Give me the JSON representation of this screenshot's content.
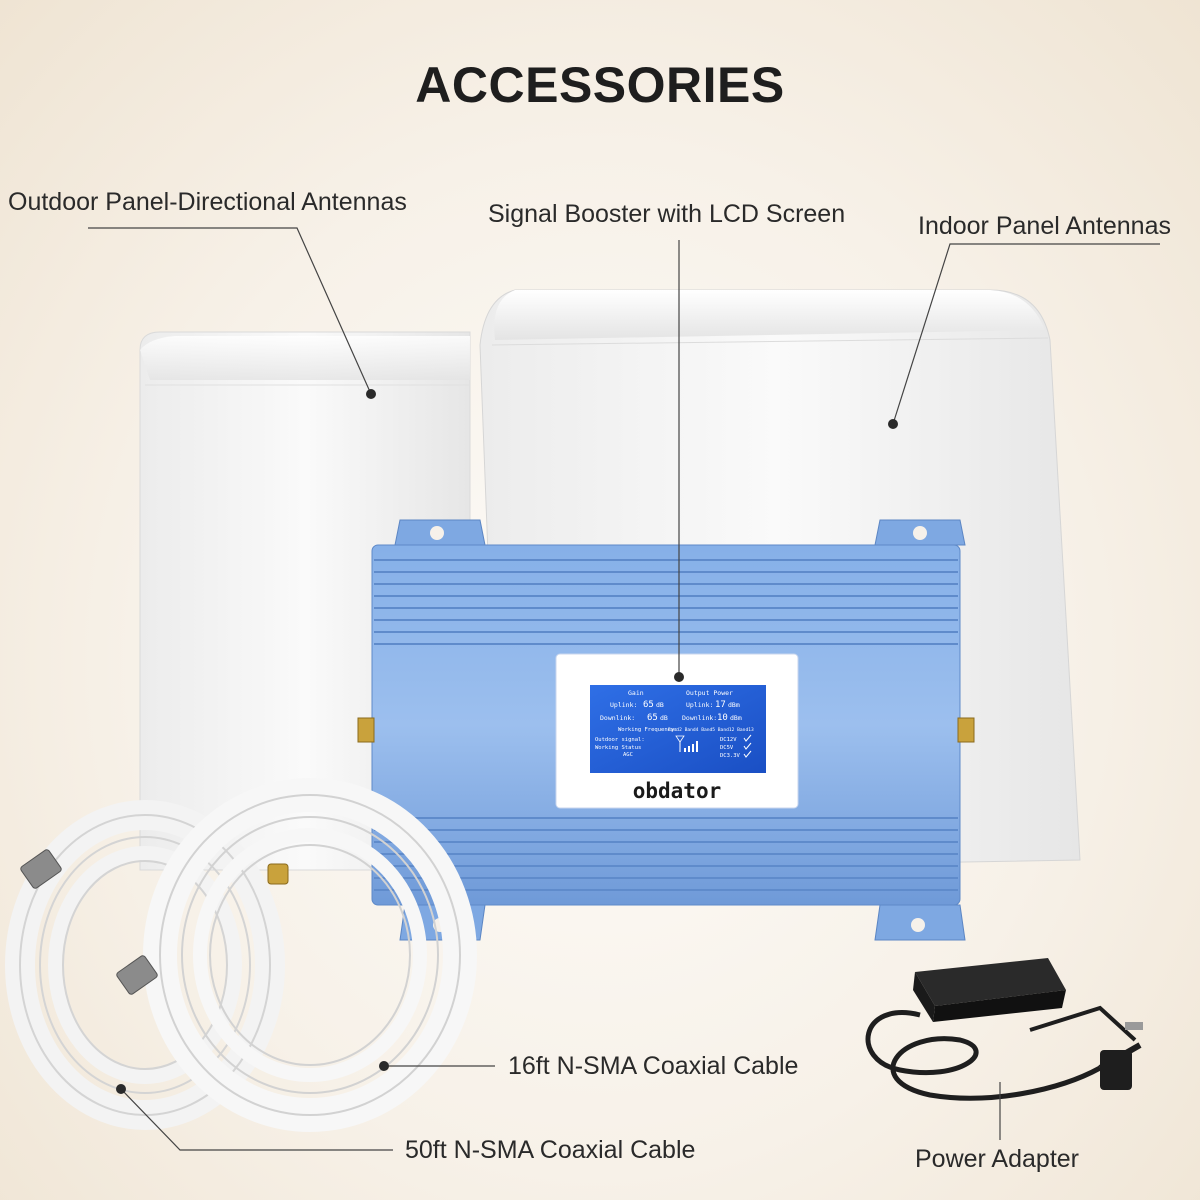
{
  "title": "ACCESSORIES",
  "labels": {
    "outdoor_antenna": "Outdoor Panel-Directional Antennas",
    "booster": "Signal Booster with LCD Screen",
    "indoor_antenna": "Indoor Panel Antennas",
    "cable_16ft": "16ft N-SMA Coaxial Cable",
    "cable_50ft": "50ft N-SMA Coaxial Cable",
    "power_adapter": "Power Adapter"
  },
  "device": {
    "brand": "obdator",
    "lcd": {
      "gain_header": "Gain",
      "output_header": "Output Power",
      "uplink_label": "Uplink:",
      "uplink_gain": "65",
      "uplink_power": "17",
      "downlink_label": "Downlink:",
      "downlink_gain": "65",
      "downlink_power": "10",
      "unit_db": "dB",
      "unit_dbm": "dBm",
      "working_frequency": "Working Frequency:",
      "bands": "Band2 Band4 Band5 Band12 Band13",
      "outdoor_signal": "Outdoor signal:",
      "working_status": "Working Status",
      "agc": "AGC",
      "dc12v": "DC12V",
      "dc5v": "DC5V",
      "dc33v": "DC3.3V"
    }
  },
  "colors": {
    "device_blue": "#7aa6e0",
    "lcd_blue": "#1f5fd6",
    "antenna_white": "#f4f4f4",
    "text_dark": "#2a2a2a"
  }
}
